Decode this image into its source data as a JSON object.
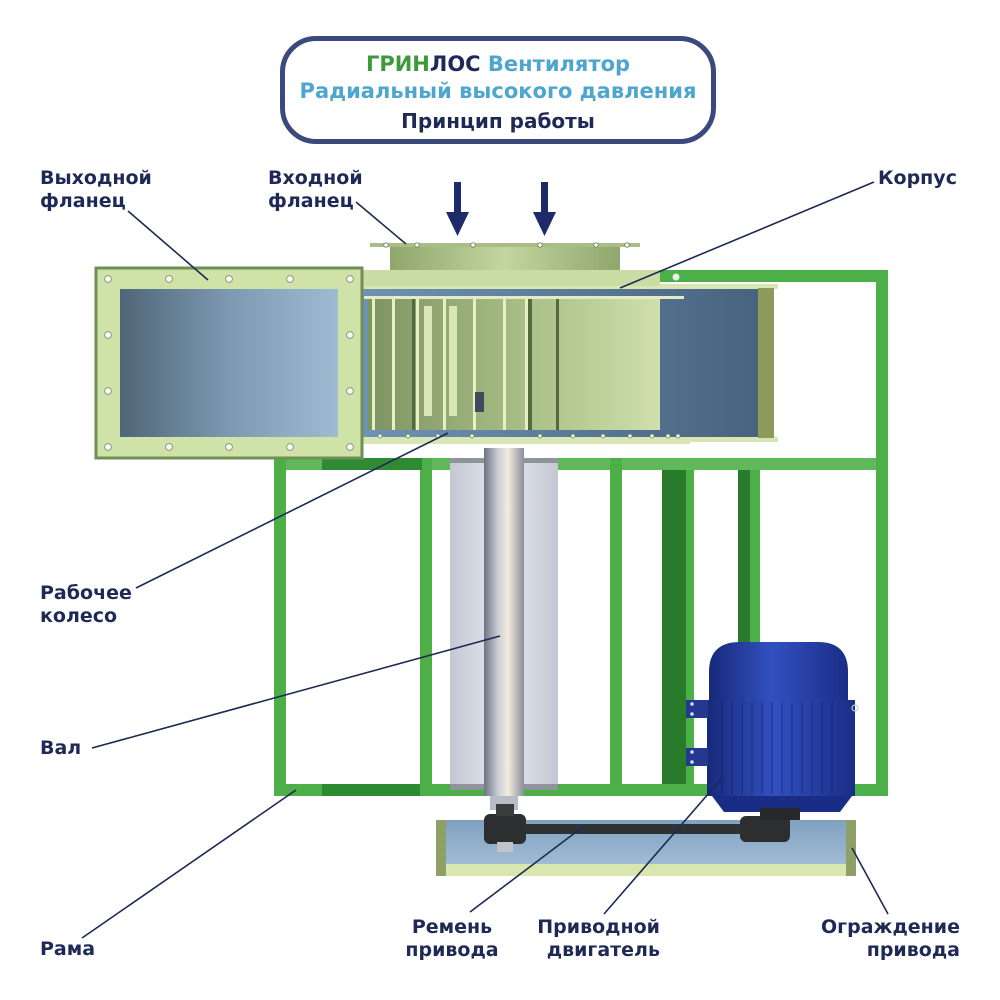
{
  "title": {
    "brand_part1": "ГРИН",
    "brand_part2": "ЛОС",
    "line1_rest": "Вентилятор",
    "line2": "Радиальный высокого давления",
    "line3": "Принцип работы"
  },
  "labels": {
    "outlet_flange": [
      "Выходной",
      "фланец"
    ],
    "inlet_flange": [
      "Входной",
      "фланец"
    ],
    "housing": [
      "Корпус"
    ],
    "impeller": [
      "Рабочее",
      "колесо"
    ],
    "shaft": [
      "Вал"
    ],
    "frame": [
      "Рама"
    ],
    "drive_belt": [
      "Ремень",
      "привода"
    ],
    "drive_motor": [
      "Приводной",
      "двигатель"
    ],
    "drive_guard": [
      "Ограждение",
      "привода"
    ]
  },
  "colors": {
    "frame_green": "#4caf47",
    "frame_dark_green": "#2a7a2c",
    "flange_light": "#cfe2a8",
    "flange_border": "#6f8f55",
    "duct_blue": "#7f9fbd",
    "motor_blue": "#1f3a9e",
    "label_navy": "#1e2a55",
    "brand_green": "#3d9a3a",
    "brand_blue": "#4ea6cf"
  },
  "icons": {
    "airflow_arrows": "arrow-down-icon"
  }
}
